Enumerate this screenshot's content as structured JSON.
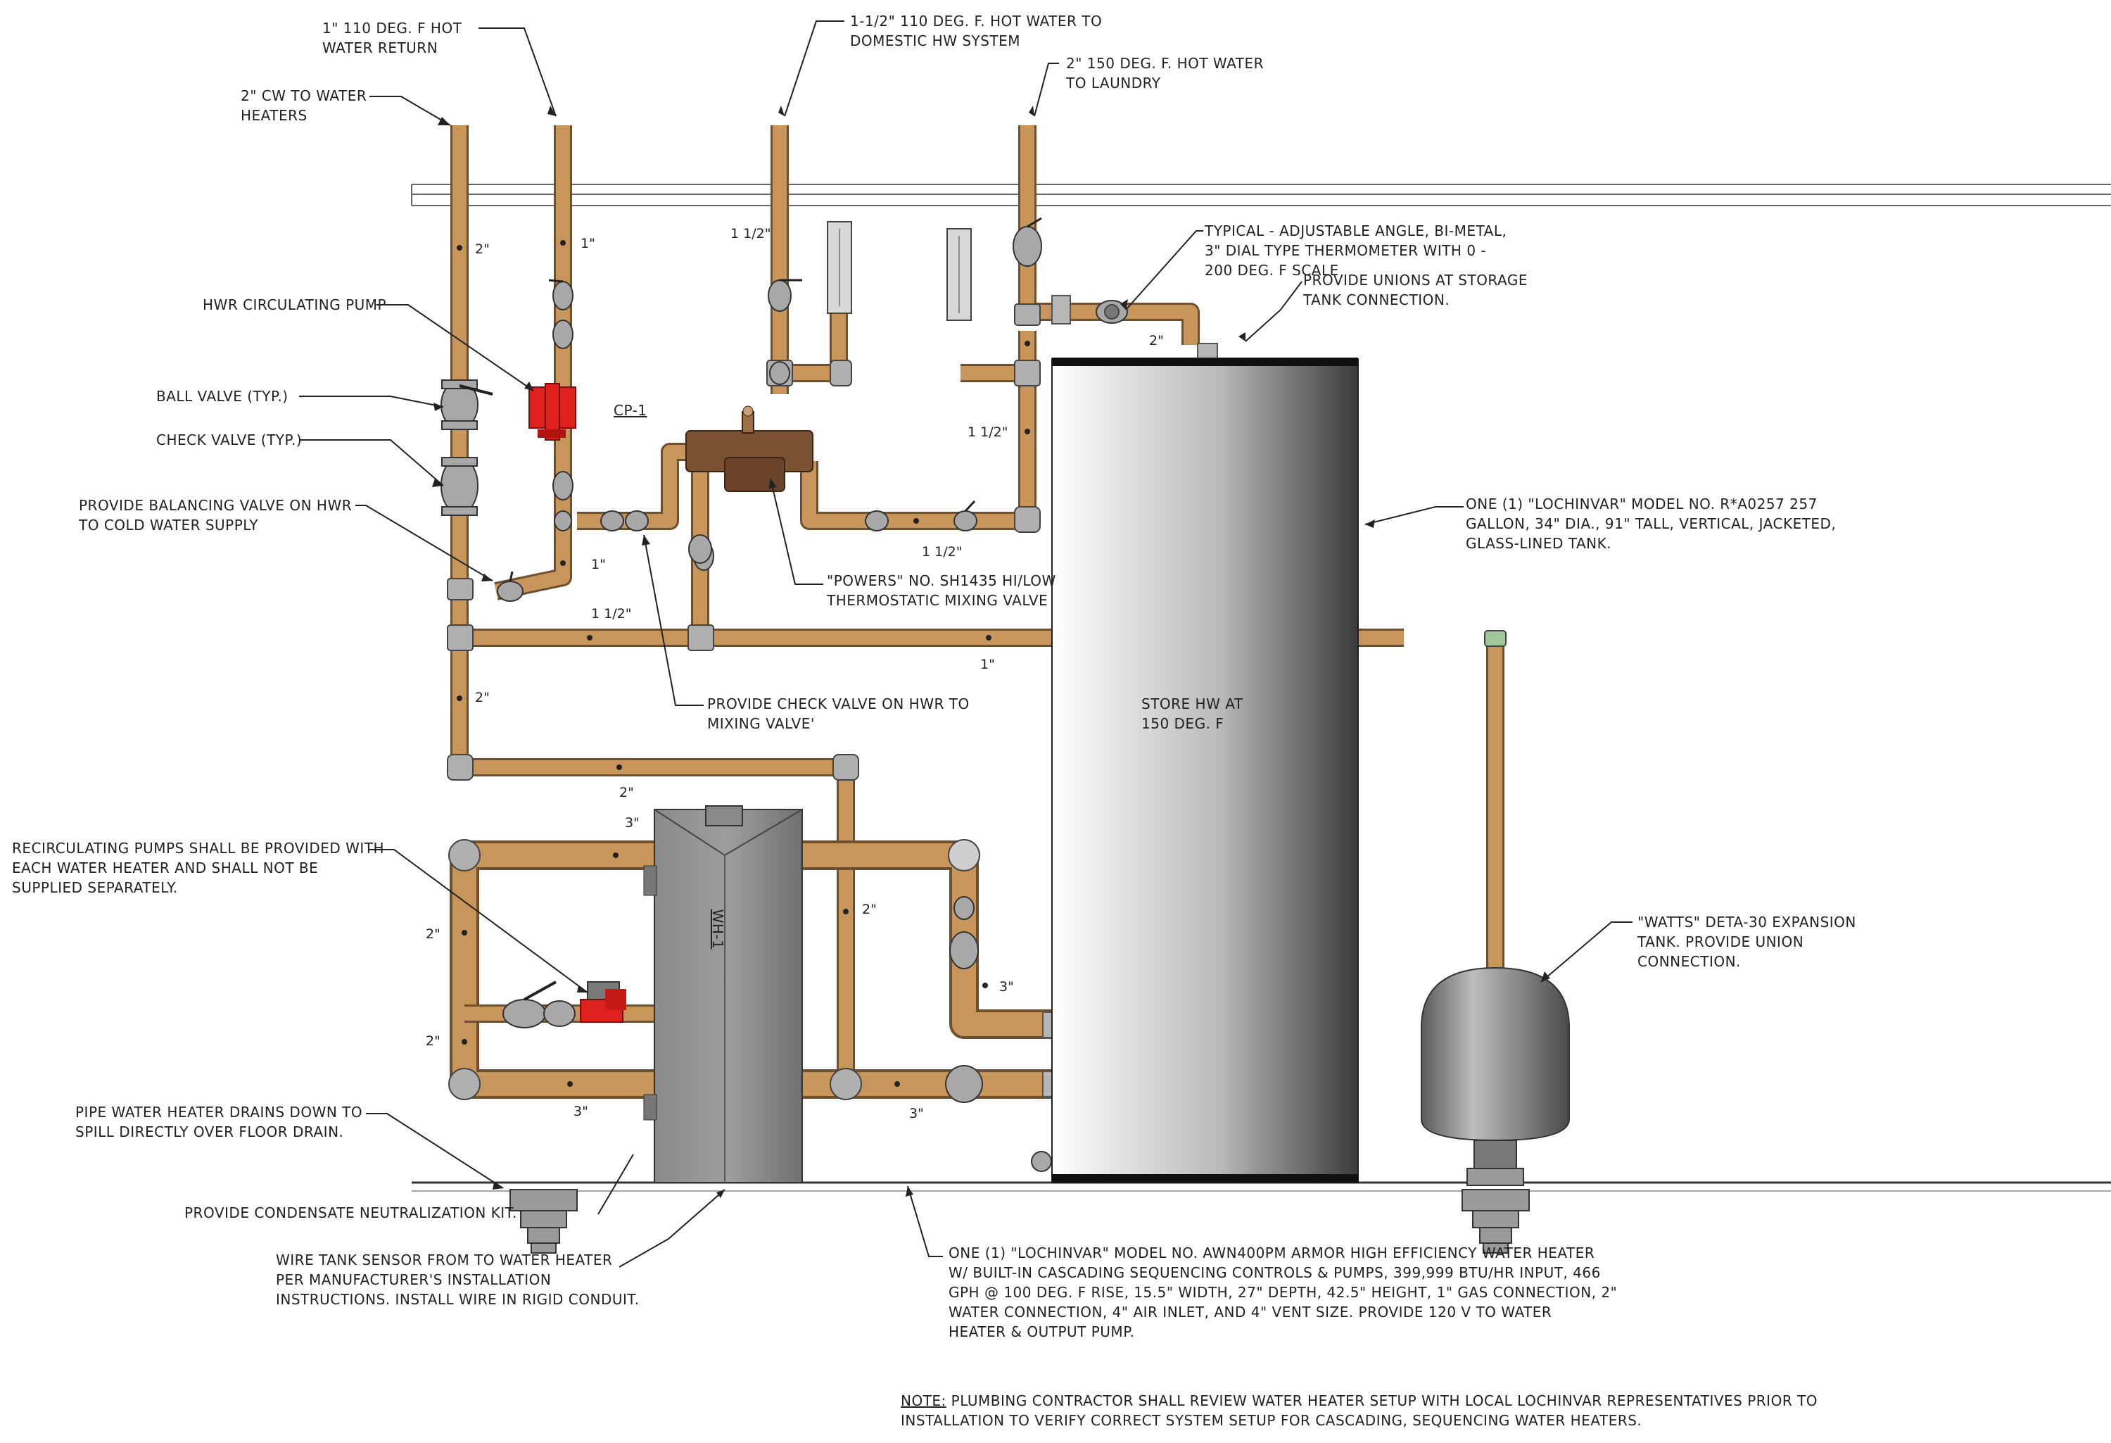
{
  "labels": {
    "cw_to_heaters": [
      "2\" CW TO WATER",
      "HEATERS"
    ],
    "hw_return": [
      "1\" 110 DEG. F HOT",
      "WATER RETURN"
    ],
    "hw_to_domestic": [
      "1-1/2\" 110 DEG. F. HOT WATER TO",
      "DOMESTIC HW SYSTEM"
    ],
    "hw_to_laundry": [
      "2\" 150 DEG. F. HOT WATER",
      "TO LAUNDRY"
    ],
    "hwr_pump": [
      "HWR CIRCULATING PUMP"
    ],
    "ball_valve": [
      "BALL VALVE (TYP.)"
    ],
    "check_valve": [
      "CHECK VALVE (TYP.)"
    ],
    "balancing_valve": [
      "PROVIDE BALANCING VALVE ON HWR",
      "TO COLD WATER SUPPLY"
    ],
    "thermometer": [
      "TYPICAL - ADJUSTABLE ANGLE, BI-METAL,",
      "3\" DIAL TYPE THERMOMETER WITH 0 -",
      "200 DEG. F SCALE"
    ],
    "unions": [
      "PROVIDE UNIONS AT STORAGE",
      "TANK CONNECTION."
    ],
    "storage_tank": [
      "ONE (1) \"LOCHINVAR\" MODEL NO. R*A0257 257",
      "GALLON, 34\" DIA., 91\" TALL, VERTICAL, JACKETED,",
      "GLASS-LINED TANK."
    ],
    "mixing_valve": [
      "\"POWERS\" NO. SH1435 HI/LOW",
      "THERMOSTATIC MIXING VALVE"
    ],
    "check_valve_mixing": [
      "PROVIDE CHECK VALVE ON HWR TO",
      "MIXING VALVE'"
    ],
    "store_hw": [
      "STORE HW AT",
      "150 DEG. F"
    ],
    "recirc_pumps": [
      "RECIRCULATING PUMPS SHALL BE PROVIDED WITH",
      "EACH WATER HEATER AND SHALL NOT BE",
      "SUPPLIED SEPARATELY."
    ],
    "expansion_tank": [
      "\"WATTS\" DETA-30 EXPANSION",
      "TANK.  PROVIDE UNION",
      "CONNECTION."
    ],
    "drains": [
      "PIPE WATER HEATER DRAINS DOWN TO",
      "SPILL DIRECTLY OVER FLOOR DRAIN."
    ],
    "neutralization": [
      "PROVIDE CONDENSATE NEUTRALIZATION KIT."
    ],
    "tank_sensor": [
      "WIRE TANK SENSOR FROM TO WATER HEATER",
      "PER MANUFACTURER'S INSTALLATION",
      "INSTRUCTIONS.  INSTALL WIRE IN RIGID CONDUIT."
    ],
    "water_heater": [
      "ONE (1) \"LOCHINVAR\" MODEL NO. AWN400PM ARMOR HIGH EFFICIENCY WATER HEATER",
      "W/ BUILT-IN CASCADING SEQUENCING CONTROLS & PUMPS, 399,999 BTU/HR INPUT, 466",
      "GPH @ 100 DEG. F RISE, 15.5\" WIDTH, 27\" DEPTH, 42.5\" HEIGHT, 1\" GAS CONNECTION, 2\"",
      "WATER CONNECTION, 4\" AIR INLET, AND 4\" VENT SIZE.  PROVIDE 120 V TO WATER",
      "HEATER & OUTPUT PUMP."
    ],
    "note_keyword": "NOTE:",
    "note": [
      "  PLUMBING CONTRACTOR SHALL REVIEW WATER HEATER SETUP WITH LOCAL LOCHINVAR REPRESENTATIVES PRIOR TO",
      "INSTALLATION TO VERIFY CORRECT SYSTEM SETUP FOR CASCADING, SEQUENCING WATER HEATERS."
    ]
  },
  "tags": {
    "cp1": "CP-1",
    "wh1": "WH-1"
  },
  "sizes": {
    "s_2a": "2\"",
    "s_1a": "1\"",
    "s_112a": "1 1/2\"",
    "s_2b": "2\"",
    "s_112b": "1 1/2\"",
    "s_112c": "1 1/2\"",
    "s_1b": "1\"",
    "s_112d": "1 1/2\"",
    "s_1c": "1\"",
    "s_2c": "2\"",
    "s_2d": "2\"",
    "s_3a": "3\"",
    "s_2e": "2\"",
    "s_2f": "2\"",
    "s_2g": "2\"",
    "s_3b": "3\"",
    "s_3c": "3\"",
    "s_3d": "3\""
  },
  "colors": {
    "pipe": "#c8965a",
    "pump": "#e0201c",
    "mixing_valve": "#7a5232",
    "heater_body": "#8c8c8c",
    "tank_band": "#111111"
  }
}
